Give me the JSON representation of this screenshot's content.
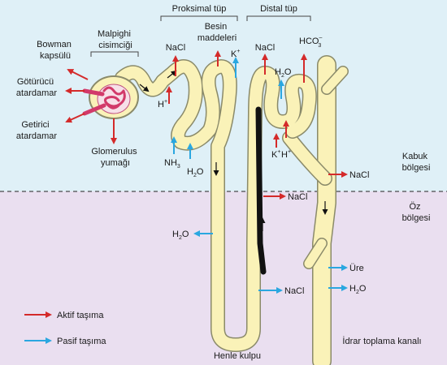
{
  "labels": {
    "bowman": [
      "Bowman",
      "kapsülü"
    ],
    "malpighi": [
      "Malpighi",
      "cisimciği"
    ],
    "goturucu": [
      "Götürücü",
      "atardamar"
    ],
    "getirici": [
      "Getirici",
      "atardamar"
    ],
    "glomerulus": [
      "Glomerulus",
      "yumağı"
    ],
    "proksimal": "Proksimal tüp",
    "distal": "Distal tüp",
    "besin": [
      "Besin",
      "maddeleri"
    ],
    "kabuk": [
      "Kabuk",
      "bölgesi"
    ],
    "oz": [
      "Öz",
      "bölgesi"
    ],
    "henle": "Henle kulpu",
    "idrar": "İdrar toplama kanalı",
    "ure": "Üre"
  },
  "chem": {
    "nacl": "NaCl",
    "h_base": "H",
    "h_charge": "+",
    "k_base": "K",
    "k_charge": "+",
    "h2o_a": "H",
    "h2o_sub": "2",
    "h2o_b": "O",
    "nh_base": "NH",
    "nh_sub": "3",
    "hco_base": "HCO",
    "hco_sub": "3",
    "hco_charge": "–"
  },
  "legend": {
    "active": "Aktif taşıma",
    "passive": "Pasif taşıma"
  },
  "colors": {
    "cortex_bg": "#dff0f7",
    "medulla_bg": "#eadff0",
    "tubule_fill": "#faf2b8",
    "tubule_stroke": "#8a8a6a",
    "active_arrow": "#d42a2a",
    "passive_arrow": "#2aa7e0",
    "glomerulus": "#d23a6a"
  }
}
